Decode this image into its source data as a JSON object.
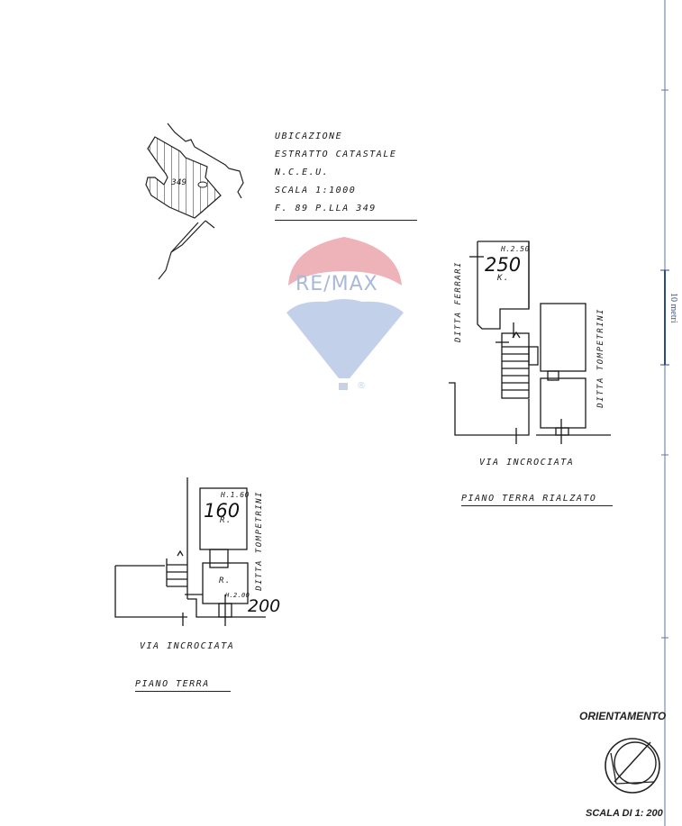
{
  "header_block": {
    "lines": [
      "UBICAZIONE",
      "ESTRATTO CATASTALE",
      "N.C.E.U.",
      "SCALA 1:1000",
      "F. 89   P.LLA 349"
    ]
  },
  "site_map": {
    "parcel_number": "349"
  },
  "watermark": {
    "brand": "RE/MAX",
    "registered": "®",
    "colors": {
      "red": "#e8a0a8",
      "blue": "#b8c8e8",
      "text": "#a8b8d8"
    }
  },
  "plan_upper": {
    "height_label": "H.2.50",
    "area_value": "250",
    "room_label": "K.",
    "left_neighbor": "DITTA FERRARI",
    "right_neighbor": "DITTA TOMPETRINI",
    "street": "VIA INCROCIATA",
    "title": "PIANO TERRA RIALZATO"
  },
  "plan_lower": {
    "height_label_top": "H.1.60",
    "area_value_top": "160",
    "room_label_top": "R.",
    "room_label_bottom": "R.",
    "height_label_bottom": "H.2.00",
    "area_value_bottom": "200",
    "right_neighbor": "DITTA TOMPETRINI",
    "street": "VIA INCROCIATA",
    "title": "PIANO TERRA"
  },
  "ruler": {
    "label": "10 metri",
    "color": "#3a5a9a"
  },
  "orientation": {
    "label": "ORIENTAMENTO",
    "scale_label": "SCALA DI 1: 200"
  }
}
